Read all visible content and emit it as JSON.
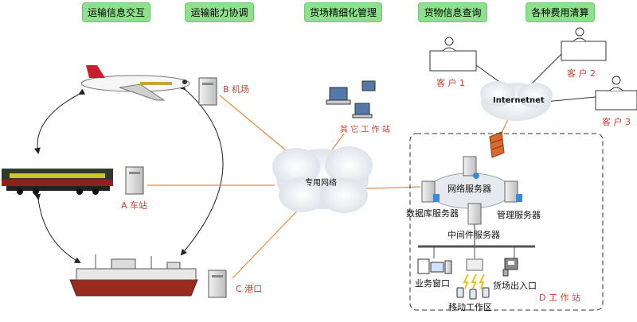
{
  "header": {
    "buttons": [
      {
        "label": "运输信息交互"
      },
      {
        "label": "运输能力协调"
      },
      {
        "label": "货场精细化管理"
      },
      {
        "label": "货物信息查询"
      },
      {
        "label": "各种费用清算"
      }
    ]
  },
  "nodes": {
    "airport": "B 机场",
    "station": "A 车站",
    "port": "C 港口",
    "other_workstations": "其 它 工 作 站",
    "private_network": "专用网络",
    "internet": "Internetnet",
    "customer1": "客 户 1",
    "customer2": "客 户 2",
    "customer3": "客 户 3",
    "network_server": "网络服务器",
    "db_server": "数据库服务器",
    "mgmt_server": "管理服务器",
    "middleware_server": "中间件服务器",
    "business_window": "业务窗口",
    "yard_gate": "货场出入口",
    "mobile_area": "移动工作区",
    "workstation_d": "D 工 作 站"
  },
  "colors": {
    "button_bg": "#8ee08e",
    "orange_link": "#e8893a",
    "red_label": "#d43a2a"
  }
}
